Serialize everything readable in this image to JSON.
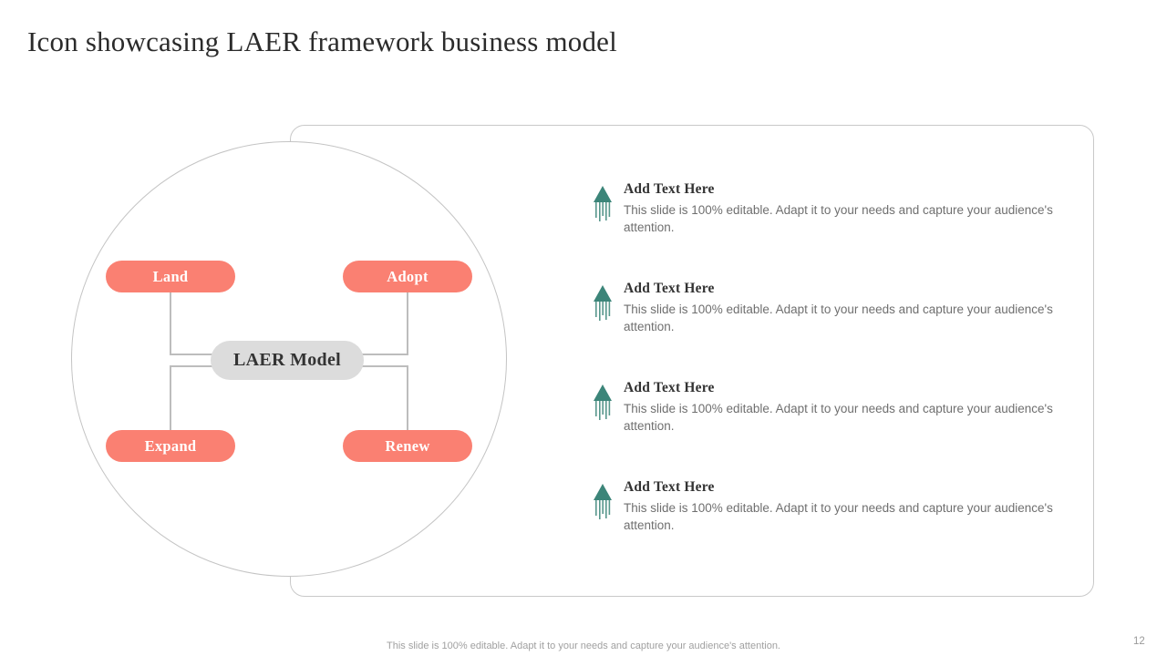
{
  "slide": {
    "title": "Icon showcasing LAER framework business model",
    "page_number": "12",
    "footer_note": "This slide is 100% editable. Adapt it to your needs and capture your audience's attention."
  },
  "colors": {
    "node_fill": "#FA8072",
    "center_fill": "#DCDCDC",
    "icon_teal": "#3C8579",
    "connector": "#BDBDBD",
    "border": "#C9C9C9",
    "title_text": "#2B2B2B",
    "body_text": "#6F6F6F"
  },
  "diagram": {
    "center_label": "LAER Model",
    "nodes": [
      {
        "label": "Land",
        "position": "top-left"
      },
      {
        "label": "Adopt",
        "position": "top-right"
      },
      {
        "label": "Expand",
        "position": "bottom-left"
      },
      {
        "label": "Renew",
        "position": "bottom-right"
      }
    ]
  },
  "items": [
    {
      "icon": "rocket-launch-icon",
      "heading": "Add Text Here",
      "description": "This slide is 100% editable. Adapt it to your needs and capture your audience's attention."
    },
    {
      "icon": "rocket-launch-icon",
      "heading": "Add Text Here",
      "description": "This slide is 100% editable. Adapt it to your needs and capture your audience's attention."
    },
    {
      "icon": "rocket-launch-icon",
      "heading": "Add Text Here",
      "description": "This slide is 100% editable. Adapt it to your needs and capture your audience's attention."
    },
    {
      "icon": "rocket-launch-icon",
      "heading": "Add Text Here",
      "description": "This slide is 100% editable. Adapt it to your needs and capture your audience's attention."
    }
  ]
}
